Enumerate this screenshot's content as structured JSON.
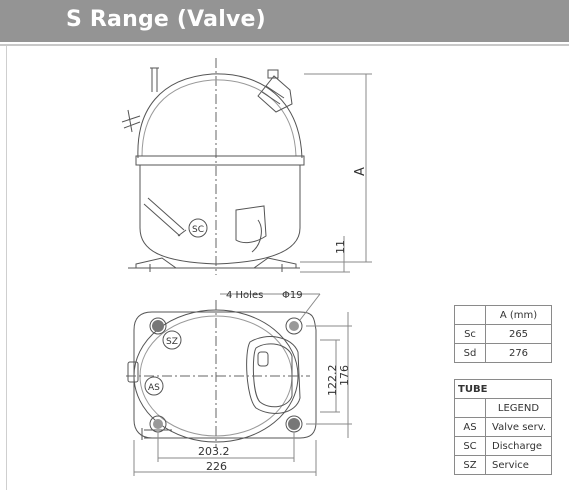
{
  "header": {
    "title": "S Range (Valve)"
  },
  "top_view": {
    "dim_height_label": "A",
    "dim_base_label": "11",
    "tag_sc": "SC"
  },
  "bottom_view": {
    "holes_label": "4 Holes",
    "hole_dia_label": "Φ19",
    "dim_vert_inner": "122.2",
    "dim_vert_outer": "176",
    "dim_horiz_inner": "203.2",
    "dim_horiz_outer": "226",
    "tag_sz": "SZ",
    "tag_as": "AS"
  },
  "dimension_table": {
    "header": "A (mm)",
    "rows": [
      {
        "key": "Sc",
        "value": "265"
      },
      {
        "key": "Sd",
        "value": "276"
      }
    ]
  },
  "tube_table": {
    "title": "TUBE",
    "legend_header": "LEGEND",
    "rows": [
      {
        "code": "AS",
        "name": "Valve serv."
      },
      {
        "code": "SC",
        "name": "Discharge"
      },
      {
        "code": "SZ",
        "name": "Service"
      }
    ]
  }
}
